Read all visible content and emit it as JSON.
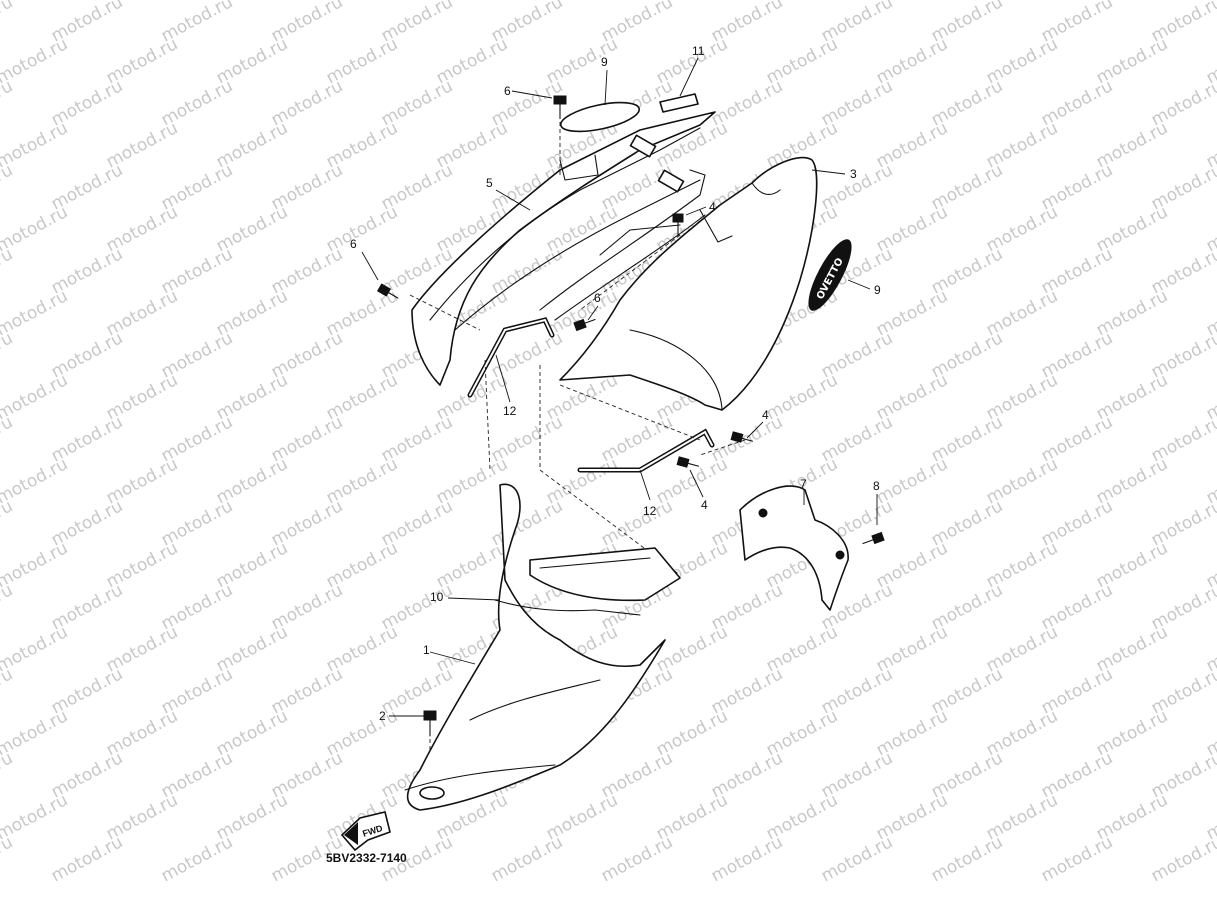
{
  "diagram": {
    "watermark_text": "motod.ru",
    "part_code": "5BV2332-7140",
    "fwd_label": "FWD",
    "emblem_text": "OVETTO",
    "callouts": {
      "c1": "1",
      "c2": "2",
      "c3": "3",
      "c4a": "4",
      "c4b": "4",
      "c4c": "4",
      "c5": "5",
      "c6a": "6",
      "c6b": "6",
      "c6c": "6",
      "c7": "7",
      "c8": "8",
      "c9a": "9",
      "c9b": "9",
      "c10": "10",
      "c11": "11",
      "c12a": "12",
      "c12b": "12"
    }
  }
}
